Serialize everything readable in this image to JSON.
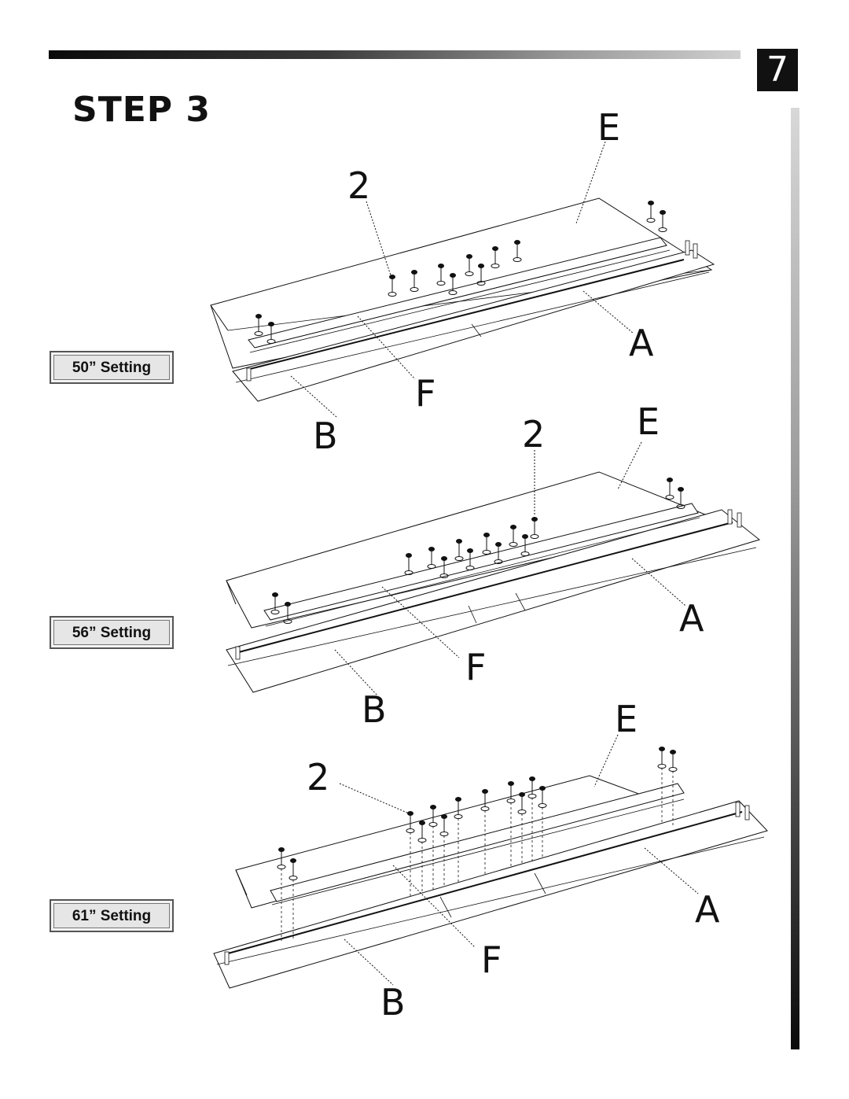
{
  "header": {
    "page_number": "7",
    "title": "STEP 3"
  },
  "settings": [
    {
      "label": "50” Setting"
    },
    {
      "label": "56” Setting"
    },
    {
      "label": "61” Setting"
    }
  ],
  "figures": [
    {
      "part_labels": {
        "E": "E",
        "two": "2",
        "A": "A",
        "F": "F",
        "B": "B"
      }
    },
    {
      "part_labels": {
        "E": "E",
        "two": "2",
        "A": "A",
        "F": "F",
        "B": "B"
      }
    },
    {
      "part_labels": {
        "E": "E",
        "two": "2",
        "A": "A",
        "F": "F",
        "B": "B"
      }
    }
  ]
}
